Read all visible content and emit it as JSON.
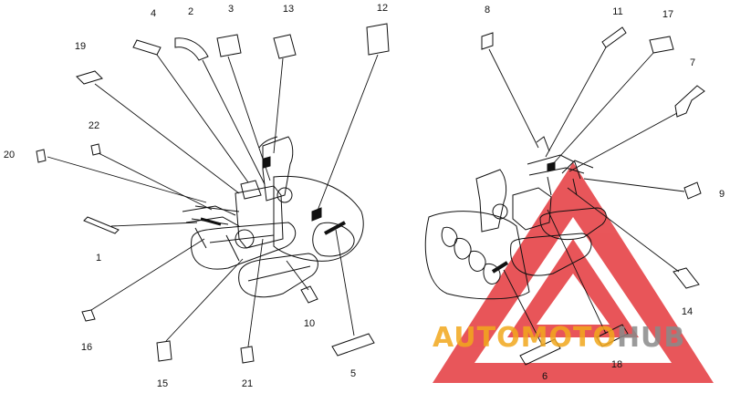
{
  "diagram": {
    "callouts": [
      {
        "id": "c1",
        "label": "1"
      },
      {
        "id": "c2",
        "label": "2"
      },
      {
        "id": "c3",
        "label": "3"
      },
      {
        "id": "c4",
        "label": "4"
      },
      {
        "id": "c5",
        "label": "5"
      },
      {
        "id": "c6",
        "label": "6"
      },
      {
        "id": "c7",
        "label": "7"
      },
      {
        "id": "c8",
        "label": "8"
      },
      {
        "id": "c9",
        "label": "9"
      },
      {
        "id": "c10",
        "label": "10"
      },
      {
        "id": "c11",
        "label": "11"
      },
      {
        "id": "c12",
        "label": "12"
      },
      {
        "id": "c13",
        "label": "13"
      },
      {
        "id": "c14",
        "label": "14"
      },
      {
        "id": "c15",
        "label": "15"
      },
      {
        "id": "c16",
        "label": "16"
      },
      {
        "id": "c17",
        "label": "17"
      },
      {
        "id": "c18",
        "label": "18"
      },
      {
        "id": "c19",
        "label": "19"
      },
      {
        "id": "c20",
        "label": "20"
      },
      {
        "id": "c21",
        "label": "21"
      },
      {
        "id": "c22",
        "label": "22"
      }
    ]
  },
  "watermark": {
    "part1": "AUTO",
    "part2": "MOTO",
    "part3": "HUB",
    "color_orange": "#f2a81d",
    "color_red": "#e2262b",
    "color_gray": "#8a8a8a"
  }
}
